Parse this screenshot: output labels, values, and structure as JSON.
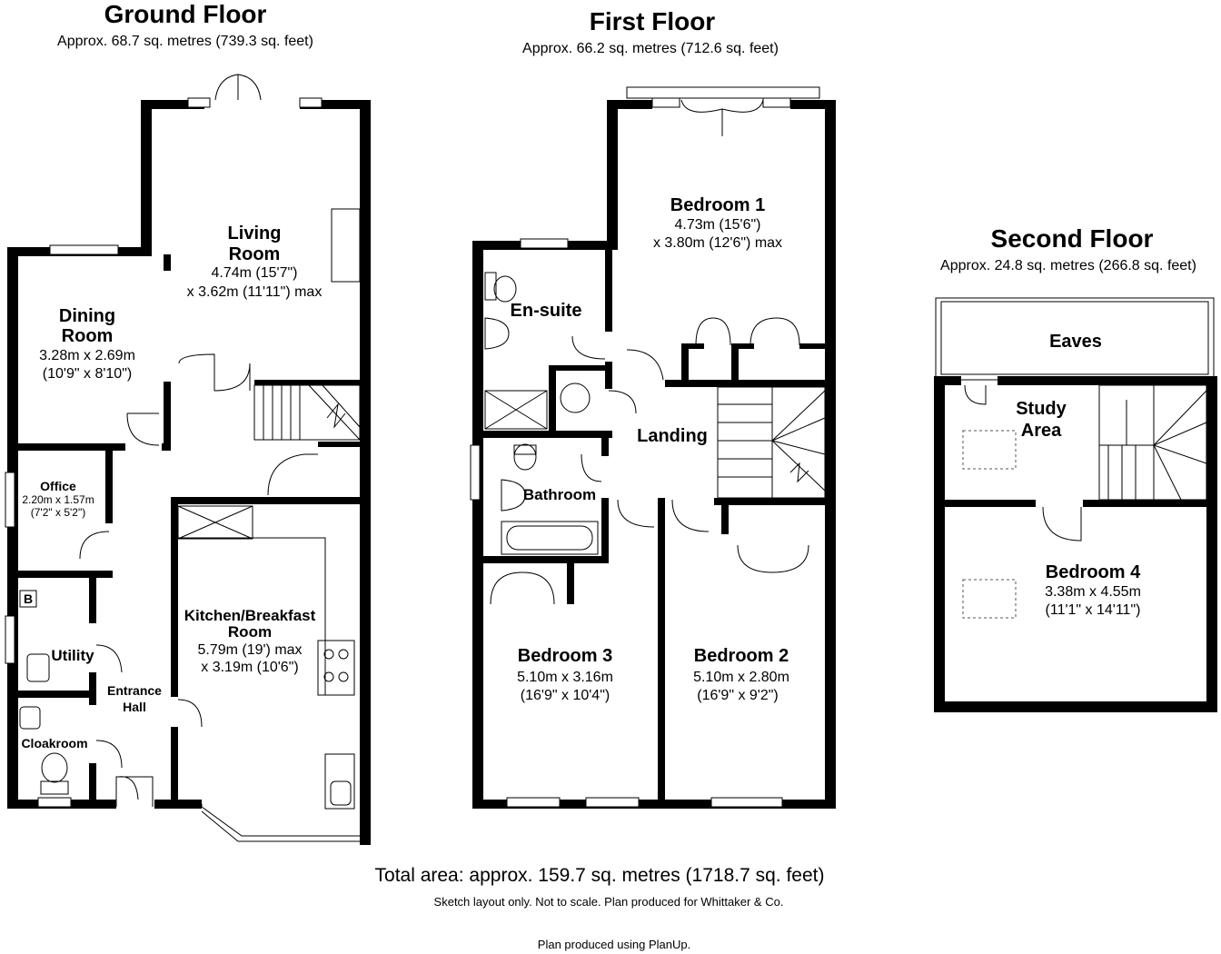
{
  "floors": {
    "ground": {
      "title": "Ground Floor",
      "area": "Approx. 68.7 sq. metres (739.3 sq. feet)"
    },
    "first": {
      "title": "First Floor",
      "area": "Approx. 66.2 sq. metres (712.6 sq. feet)"
    },
    "second": {
      "title": "Second Floor",
      "area": "Approx. 24.8 sq. metres (266.8 sq. feet)"
    }
  },
  "rooms": {
    "living": {
      "name1": "Living",
      "name2": "Room",
      "dim1": "4.74m (15'7\")",
      "dim2": "x 3.62m (11'11\") max"
    },
    "dining": {
      "name1": "Dining",
      "name2": "Room",
      "dim1": "3.28m x 2.69m",
      "dim2": "(10'9\" x 8'10\")"
    },
    "office": {
      "name": "Office",
      "dim1": "2.20m x 1.57m",
      "dim2": "(7'2\" x 5'2\")"
    },
    "boiler": {
      "label": "B"
    },
    "utility": {
      "name": "Utility"
    },
    "entrance": {
      "name1": "Entrance",
      "name2": "Hall"
    },
    "cloakroom": {
      "name": "Cloakroom"
    },
    "kitchen": {
      "name1": "Kitchen/Breakfast",
      "name2": "Room",
      "dim1": "5.79m (19') max",
      "dim2": "x 3.19m (10'6\")"
    },
    "bedroom1": {
      "name": "Bedroom 1",
      "dim1": "4.73m (15'6\")",
      "dim2": "x 3.80m (12'6\") max"
    },
    "ensuite": {
      "name": "En-suite"
    },
    "landing": {
      "name": "Landing"
    },
    "bathroom": {
      "name": "Bathroom"
    },
    "bedroom3": {
      "name": "Bedroom 3",
      "dim1": "5.10m x 3.16m",
      "dim2": "(16'9\" x 10'4\")"
    },
    "bedroom2": {
      "name": "Bedroom 2",
      "dim1": "5.10m x 2.80m",
      "dim2": "(16'9\" x 9'2\")"
    },
    "eaves": {
      "name": "Eaves"
    },
    "study": {
      "name1": "Study",
      "name2": "Area"
    },
    "bedroom4": {
      "name": "Bedroom 4",
      "dim1": "3.38m x 4.55m",
      "dim2": "(11'1\" x 14'11\")"
    }
  },
  "footer": {
    "total": "Total area: approx. 159.7 sq. metres (1718.7 sq. feet)",
    "note": "Sketch layout only. Not to scale. Plan produced for Whittaker & Co.",
    "credit": "Plan produced using PlanUp."
  },
  "colors": {
    "wall": "#000000",
    "background": "#ffffff",
    "fixture_line": "#555555"
  }
}
